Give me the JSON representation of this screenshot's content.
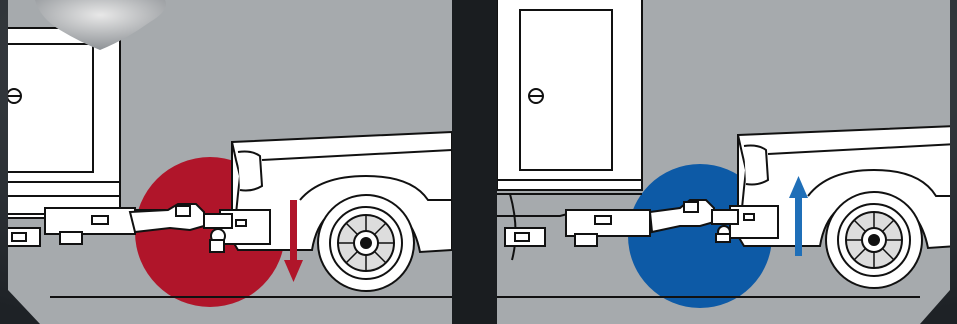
{
  "colors": {
    "background_dark": "#2b3034",
    "panel_gray": "#a6aaad",
    "line": "#111111",
    "vehicle_fill": "#ffffff",
    "highlight_red": "#b0152a",
    "highlight_blue": "#0d5aa6",
    "arrow_red": "#b0152a",
    "arrow_blue": "#1f6fb8"
  },
  "panels": [
    {
      "id": "left",
      "highlight": "red",
      "arrow_direction": "down",
      "arrow_icon": "arrow-down-icon"
    },
    {
      "id": "right",
      "highlight": "blue",
      "arrow_direction": "up",
      "arrow_icon": "arrow-up-icon"
    }
  ]
}
